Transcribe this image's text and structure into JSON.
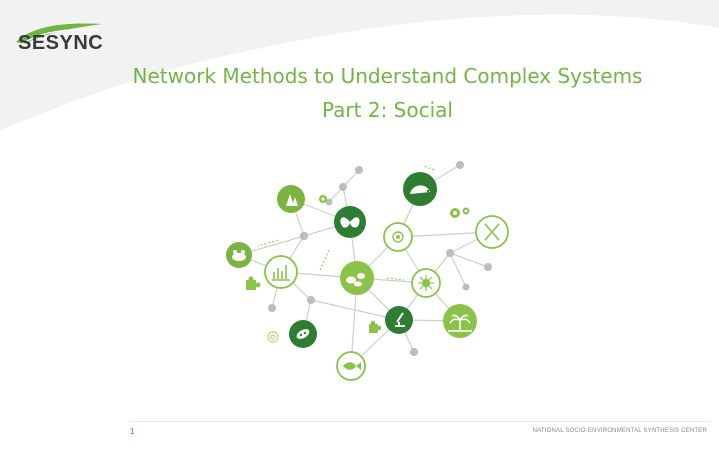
{
  "logo": {
    "text": "SESYNC",
    "icon": "sesync-logo-icon"
  },
  "title": {
    "line1": "Network Methods to Understand Complex Systems",
    "line2": "Part 2: Social"
  },
  "illustration": {
    "icon": "ecosystem-network-icon"
  },
  "footer": {
    "page_number": "1",
    "org": "NATIONAL SOCIO-ENVIRONMENTAL SYNTHESIS CENTER"
  },
  "colors": {
    "accent": "#72b543",
    "dark_green": "#2e7d32",
    "light_green": "#8bc34a",
    "node_gray": "#bdbdbd"
  }
}
